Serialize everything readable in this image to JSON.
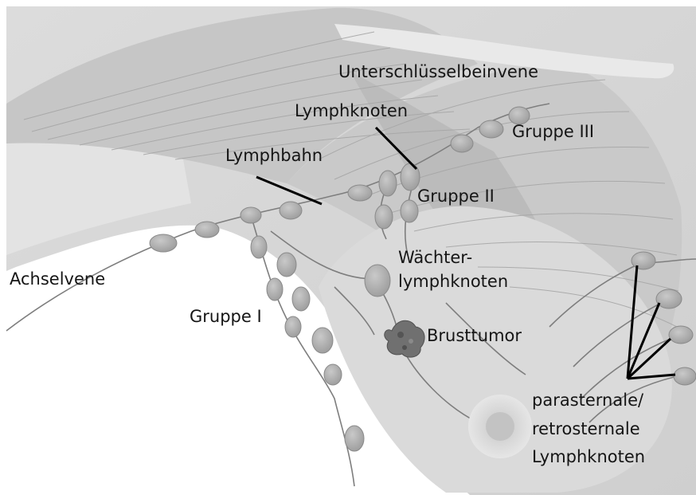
{
  "labels": {
    "subclavian_vein": "Unterschlüsselbeinvene",
    "lymph_nodes": "Lymphknoten",
    "group_3": "Gruppe III",
    "lymph_vessel": "Lymphbahn",
    "group_2": "Gruppe II",
    "axillary_vein": "Achselvene",
    "sentinel_line1": "Wächter-",
    "sentinel_line2": "lymphknoten",
    "group_1": "Gruppe I",
    "breast_tumor": "Brusttumor",
    "parasternal_line1": "parasternale/",
    "parasternal_line2": "retrosternale",
    "parasternal_line3": "Lymphknoten"
  },
  "colors": {
    "background": "#ffffff",
    "skin": "#d4d4d4",
    "muscle": "#bdbdbd",
    "node_fill": "#a9a9a9",
    "tumor": "#6a6a6a",
    "pointer": "#000000",
    "text": "#151515"
  }
}
